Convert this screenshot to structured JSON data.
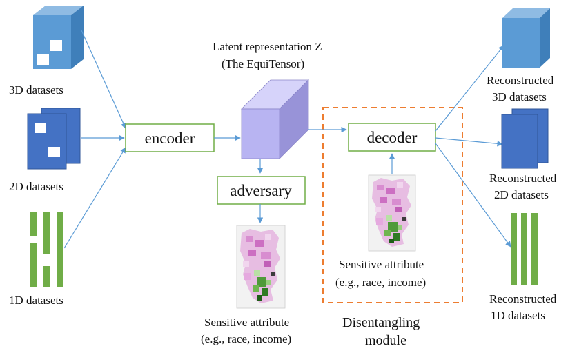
{
  "inputs": {
    "d3": "3D datasets",
    "d2": "2D datasets",
    "d1": "1D datasets"
  },
  "encoder": "encoder",
  "latent": {
    "line1": "Latent representation Z",
    "line2": "(The EquiTensor)"
  },
  "adversary": "adversary",
  "decoder": "decoder",
  "sensitive_left": {
    "line1": "Sensitive attribute",
    "line2": "(e.g., race, income)"
  },
  "sensitive_right": {
    "line1": "Sensitive attribute",
    "line2": "(e.g., race, income)"
  },
  "disentangling": {
    "line1": "Disentangling",
    "line2": "module"
  },
  "outputs": {
    "r3_line1": "Reconstructed",
    "r3_line2": "3D datasets",
    "r2_line1": "Reconstructed",
    "r2_line2": "2D datasets",
    "r1_line1": "Reconstructed",
    "r1_line2": "1D datasets"
  },
  "colors": {
    "cube_3d": "#5b9bd5",
    "cube_2d": "#4472c4",
    "bars_1d": "#70ad47",
    "latent": "#b4b0f0",
    "box_border": "#70ad47",
    "arrow": "#5b9bd5",
    "dashed": "#ed7d31"
  }
}
